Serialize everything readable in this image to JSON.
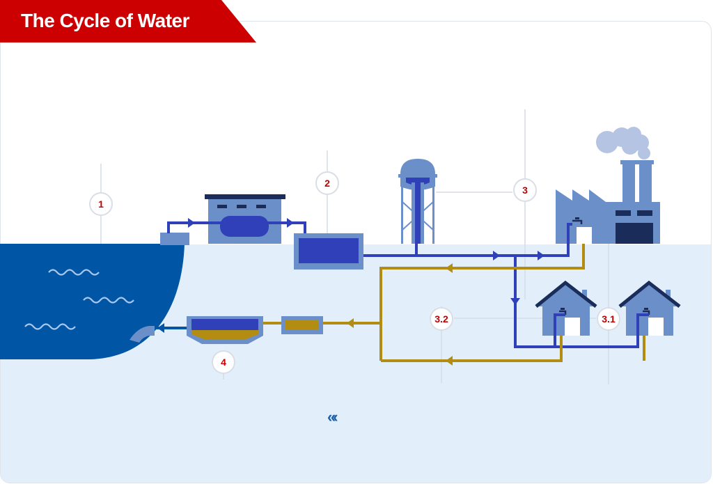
{
  "title": "The Cycle of Water",
  "markers": {
    "m1": "1",
    "m2": "2",
    "m3": "3",
    "m31": "3.1",
    "m32": "3.2",
    "m4": "4"
  },
  "pager": "«‹",
  "colors": {
    "banner": "#cc0000",
    "water_dark": "#0055a5",
    "pipe_clean": "#3040b8",
    "pipe_waste": "#b38c12",
    "building": "#6b8fc9",
    "ground": "#e2effb",
    "marker_text": "#c00000"
  }
}
